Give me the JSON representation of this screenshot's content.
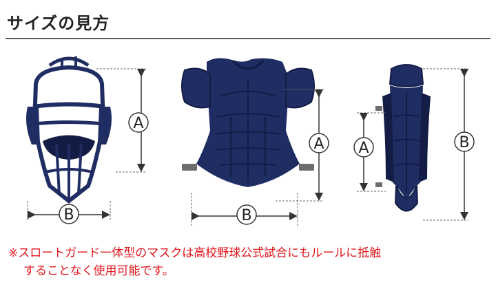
{
  "header": {
    "title": "サイズの見方"
  },
  "labels": {
    "a": "A",
    "b": "B"
  },
  "note": {
    "mark": "※",
    "line1": "スロートガード一体型のマスクは高校野球公式試合にもルールに抵触",
    "line2": "することなく使用可能です。"
  },
  "colors": {
    "gear": "#1f2d63",
    "gear_dark": "#131c45",
    "accent": "#e0161d",
    "dimension": "#333333"
  }
}
